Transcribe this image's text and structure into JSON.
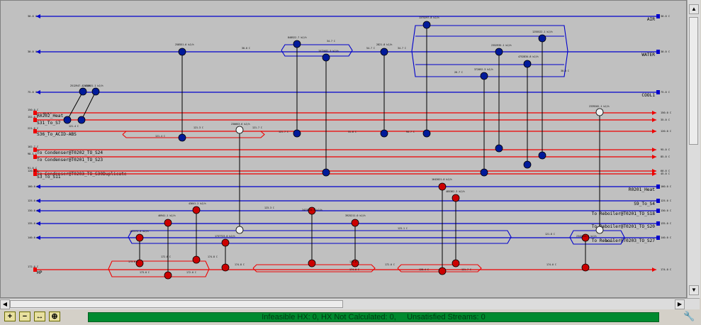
{
  "window": {
    "status_text": "Infeasible HX: 0, HX Not Calculated: 0,     Unsatisfied Streams: 0"
  },
  "toolbar": {
    "zoom_in": "+",
    "zoom_out": "−",
    "fit": "↔",
    "reset": "⊕"
  },
  "colors": {
    "cold": "#0000cc",
    "hot": "#ee0000",
    "node_cold": "#001a9a",
    "node_hot": "#cc0000",
    "node_util": "#f0f0f0",
    "canvas": "#c0c0c0",
    "status": "#008a2e"
  },
  "cold_streams": [
    {
      "id": "air",
      "label": "AIR",
      "t_in": "30.0 C",
      "t_out": "30.0 C"
    },
    {
      "id": "water",
      "label": "WATER",
      "t_in": "30.0 C",
      "t_out": "30.0 C"
    },
    {
      "id": "cool",
      "label": "COOL1",
      "t_in": "75.0 C",
      "t_out": "75.0 C"
    },
    {
      "id": "r0201",
      "label": "R0201_Heat",
      "t_in": "100.0 C",
      "t_out": "100.0 C"
    },
    {
      "id": "s9",
      "label": "S9_To_S4",
      "t_in": "125.0 C",
      "t_out": "125.0 C"
    },
    {
      "id": "reb1",
      "label": "To Reboiler@T0201_TO_S18",
      "t_in": "130.0 C",
      "t_out": "130.0 C"
    },
    {
      "id": "reb2",
      "label": "To Reboiler@T0201_TO_S20",
      "t_in": "135.0 C",
      "t_out": "135.0 C"
    },
    {
      "id": "reb3",
      "label": "To Reboiler@T0203_TO_S27",
      "t_in": "140.0 C",
      "t_out": "140.0 C"
    }
  ],
  "hot_streams": [
    {
      "id": "r0202",
      "label": "R0202_Heat",
      "t_in": "150.0 C",
      "t_out": "150.0 C"
    },
    {
      "id": "s31",
      "label": "S31_To_S7",
      "t_in": "152.0 C",
      "t_out": "35.0 C"
    },
    {
      "id": "s36",
      "label": "S36_To_ACID-ABS",
      "t_in": "221.0 C",
      "t_out": "120.0 C"
    },
    {
      "id": "cond1",
      "label": "To Condenser@T0202_TO_S24",
      "t_in": "102.7 C",
      "t_out": "95.0 C"
    },
    {
      "id": "cond2",
      "label": "To Condenser@T0201_TO_S23",
      "t_in": "98.1 C",
      "t_out": "85.0 C"
    },
    {
      "id": "cond3",
      "label": "To Condenser@T0203_TO_S30Duplicate",
      "t_in": "91.0 C",
      "t_out": "60.0 C"
    },
    {
      "id": "s3",
      "label": "S3_To_S11",
      "t_in": "120.0 C",
      "t_out": "45.0 C"
    },
    {
      "id": "hp",
      "label": "HP",
      "t_in": "172.0 C",
      "t_out": "174.0 C"
    }
  ],
  "exchangers": [
    {
      "id": "hx01",
      "duty": "2512947.4 kJ/h"
    },
    {
      "id": "hx02",
      "duty": "2150031.1 kJ/h"
    },
    {
      "id": "hx03",
      "duty": "258551.6 kJ/h"
    },
    {
      "id": "hx04",
      "duty": "848522.7 kJ/h"
    },
    {
      "id": "hx05",
      "duty": "1572682.5 kJ/h"
    },
    {
      "id": "hx06",
      "duty": "2821.8 kJ/h"
    },
    {
      "id": "hx07",
      "duty": "1375297.8 kJ/h"
    },
    {
      "id": "hx08",
      "duty": "1255522.1 kJ/h"
    },
    {
      "id": "hx09",
      "duty": "2352935.1 kJ/h"
    },
    {
      "id": "hx10",
      "duty": "4752834.8 kJ/h"
    },
    {
      "id": "hx11",
      "duty": "372052.3 kJ/h"
    },
    {
      "id": "hx12",
      "duty": "2339202.1 kJ/h"
    },
    {
      "id": "hx13",
      "duty": "1642021.0 kJ/h"
    },
    {
      "id": "hx14",
      "duty": "485362.3 kJ/h"
    },
    {
      "id": "hx15",
      "duty": "43641.2 kJ/h"
    },
    {
      "id": "hx16",
      "duty": "2423841.3 kJ/h"
    },
    {
      "id": "hx17",
      "duty": "3925211.0 kJ/h"
    },
    {
      "id": "hx18",
      "duty": "1737723.0 kJ/h"
    },
    {
      "id": "hx19",
      "duty": "2342421.5 kJ/h"
    },
    {
      "id": "hx20",
      "duty": "232572.3 kJ/h"
    },
    {
      "id": "hx21",
      "duty": "46941.1 kJ/h"
    },
    {
      "id": "hx22",
      "duty": "230053.6 kJ/h"
    }
  ],
  "temps": [
    "92.6 C",
    "121.4 C",
    "121.4 C",
    "121.3 C",
    "121.7 C",
    "121.7 C",
    "31.6 C",
    "94.7 C",
    "30.0 C",
    "34.7 C",
    "54.7 C",
    "34.7 C",
    "26.7 C",
    "30.0 C",
    "123.3 C",
    "123.1 C",
    "173.0 C",
    "172.6 C",
    "174.8 C",
    "174.8 C",
    "175.0 C",
    "174.0 C",
    "172.0 C",
    "128.4 C",
    "121.7 C",
    "121.8 C",
    "30.0 C",
    "173.0 C",
    "172.0 C",
    "174.0 C"
  ]
}
